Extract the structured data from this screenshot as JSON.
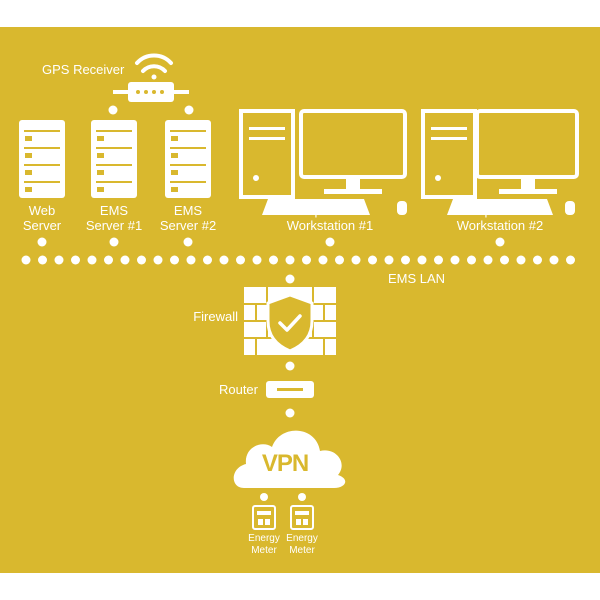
{
  "diagram": {
    "gps_label": "GPS Receiver",
    "web_server_label": "Web\nServer",
    "ems_server1_label": "EMS\nServer #1",
    "ems_server2_label": "EMS\nServer #2",
    "workstation1_label": "Operator\nWorkstation #1",
    "workstation2_label": "Operator\nWorkstation #2",
    "lan_label": "EMS LAN",
    "firewall_label": "Firewall",
    "router_label": "Router",
    "vpn_label": "VPN",
    "meter1_label": "Energy\nMeter",
    "meter2_label": "Energy\nMeter"
  },
  "colors": {
    "background": "#d9b82e",
    "foreground": "#ffffff"
  }
}
